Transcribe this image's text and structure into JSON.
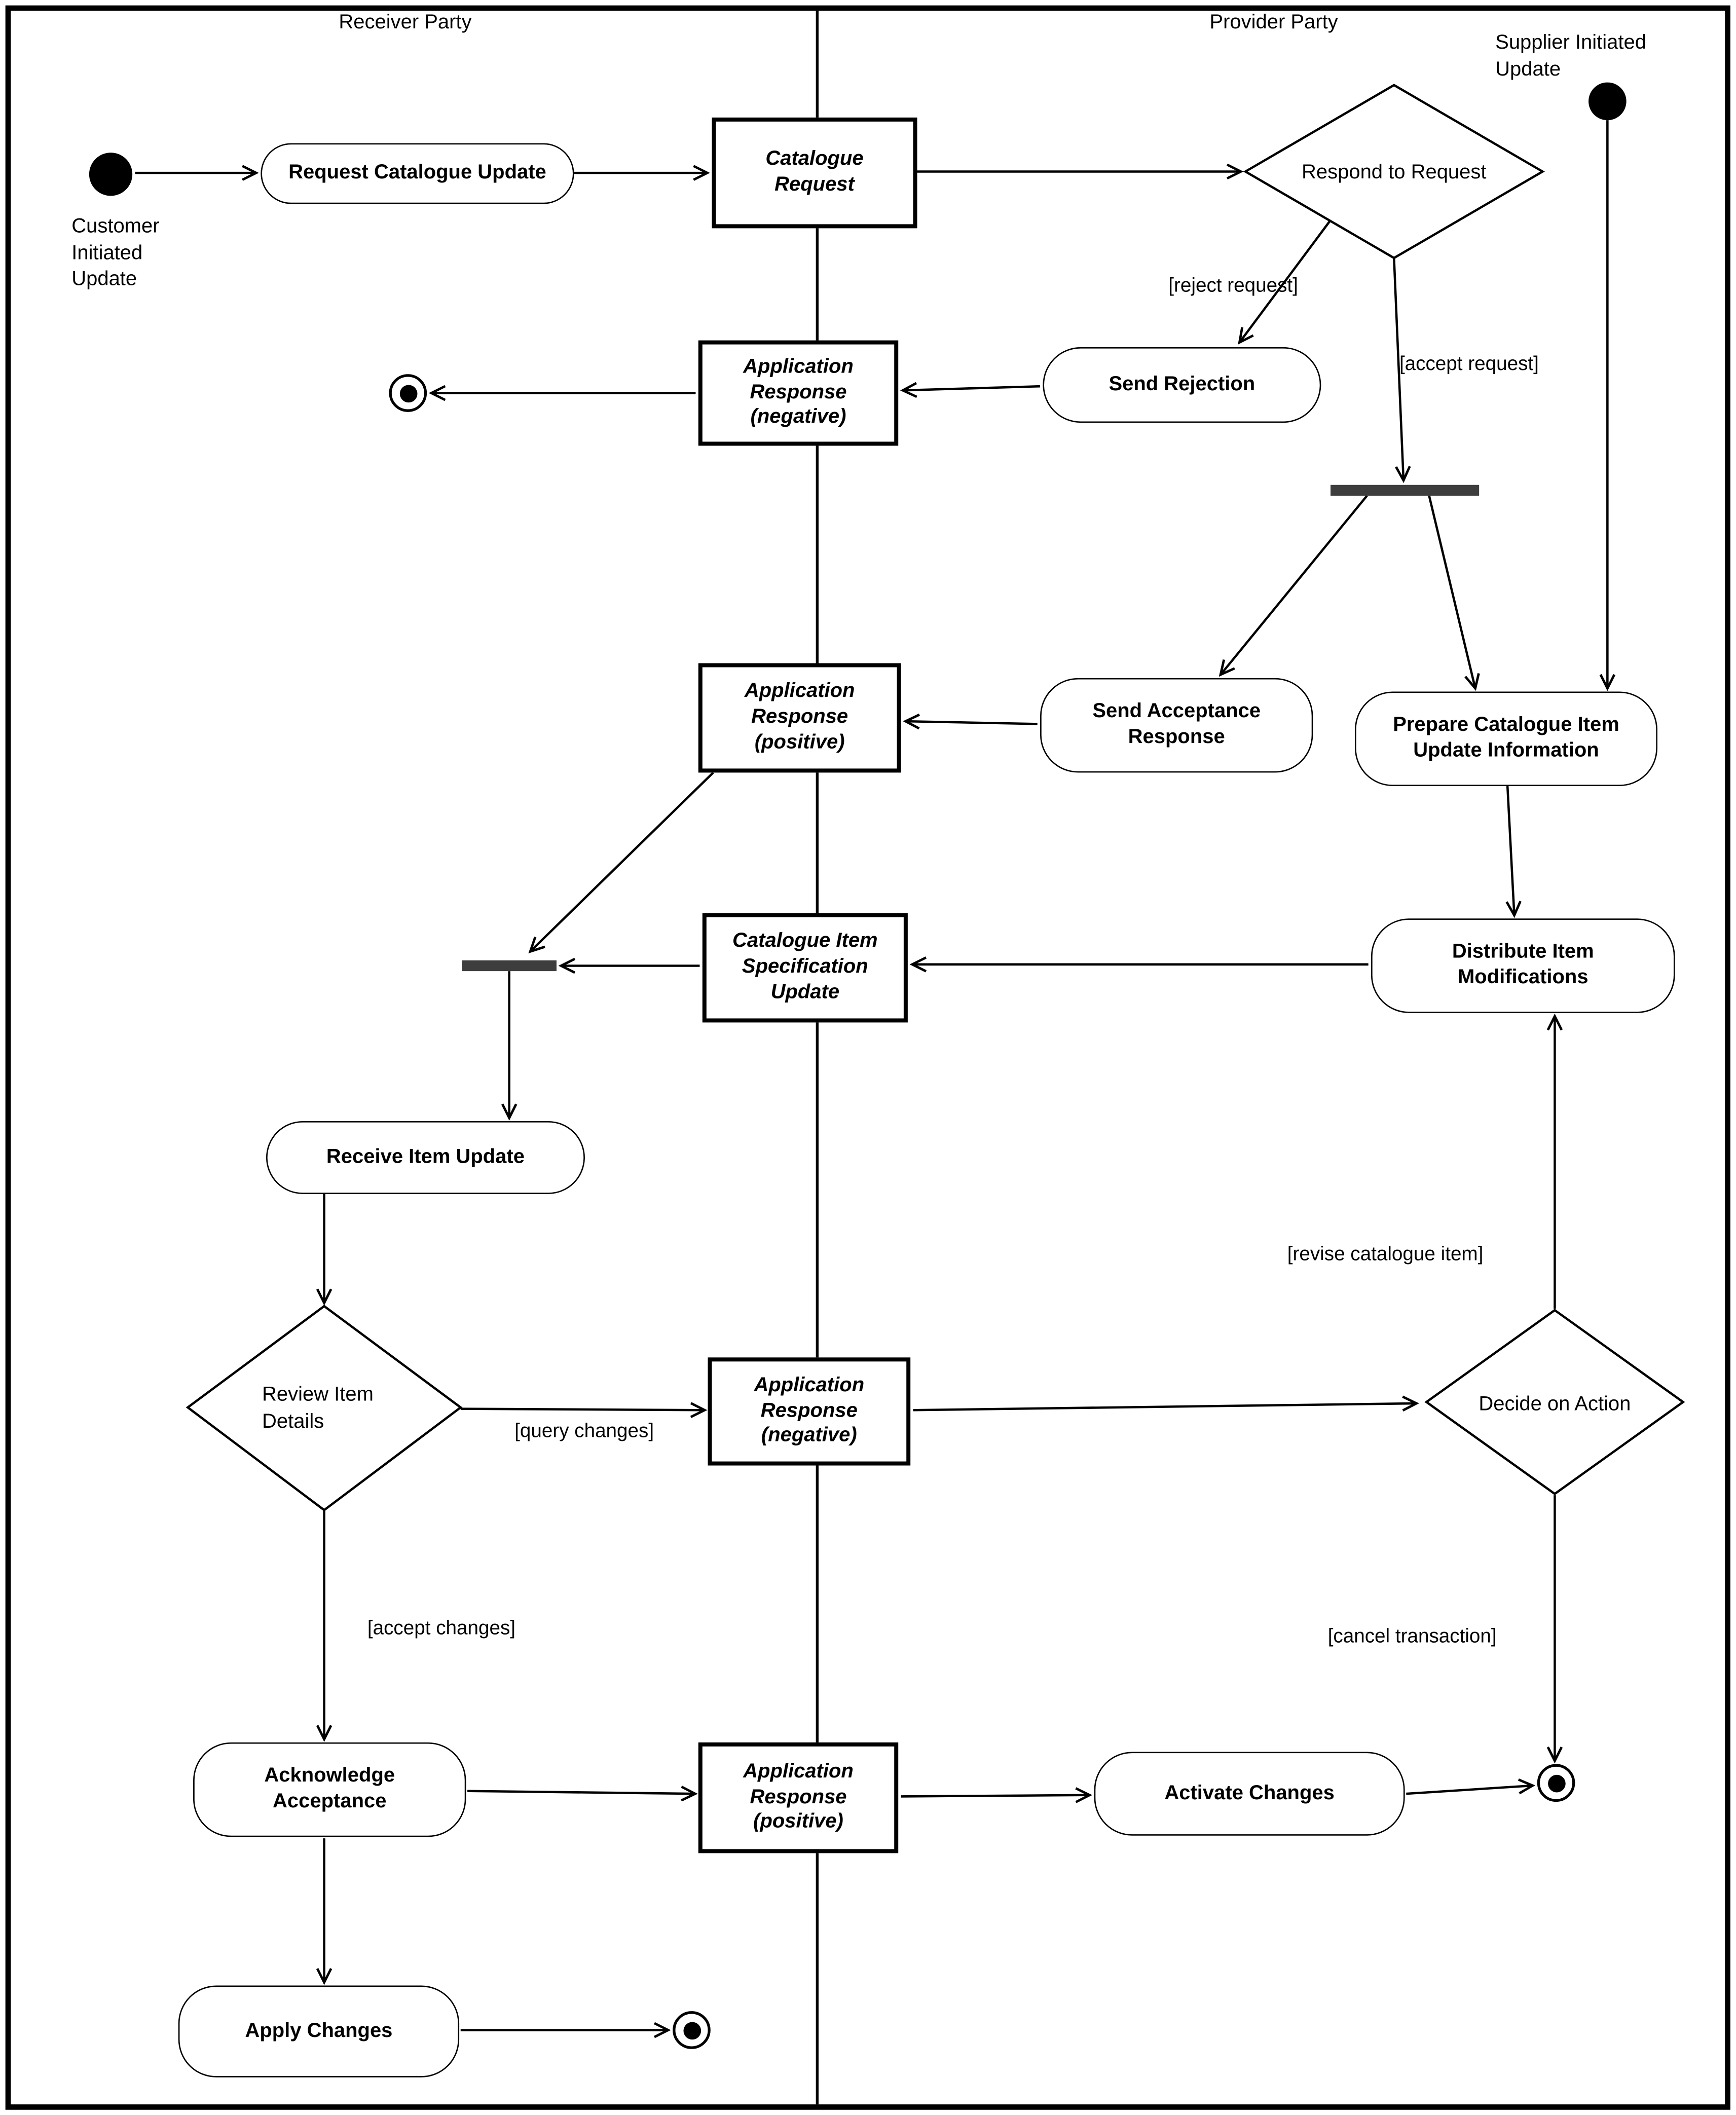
{
  "lanes": {
    "receiver": "Receiver Party",
    "provider": "Provider Party"
  },
  "start_labels": {
    "customer": "Customer Initiated Update",
    "supplier": "Supplier Initiated Update"
  },
  "nodes": {
    "request_catalogue_update": "Request Catalogue Update",
    "catalogue_request": "Catalogue Request",
    "respond_to_request": "Respond to Request",
    "send_rejection": "Send Rejection",
    "application_response_negative_top": "Application Response (negative)",
    "send_acceptance_response": "Send Acceptance Response",
    "application_response_positive_top": "Application Response (positive)",
    "prepare_catalogue_item_update_information": "Prepare Catalogue Item Update Information",
    "distribute_item_modifications": "Distribute Item Modifications",
    "catalogue_item_specification_update": "Catalogue Item Specification Update",
    "receive_item_update": "Receive Item Update",
    "review_item_details": "Review Item Details",
    "application_response_negative_mid": "Application Response (negative)",
    "decide_on_action": "Decide on Action",
    "acknowledge_acceptance": "Acknowledge Acceptance",
    "application_response_positive_bottom": "Application Response (positive)",
    "activate_changes": "Activate Changes",
    "apply_changes": "Apply Changes"
  },
  "edge_labels": {
    "reject_request": "[reject request]",
    "accept_request": "[accept request]",
    "revise_catalogue_item": "[revise catalogue item]",
    "query_changes": "[query changes]",
    "accept_changes": "[accept changes]",
    "cancel_transaction": "[cancel transaction]"
  },
  "colors": {
    "stroke": "#000000",
    "background": "#ffffff",
    "bar": "#3d3d3d"
  }
}
